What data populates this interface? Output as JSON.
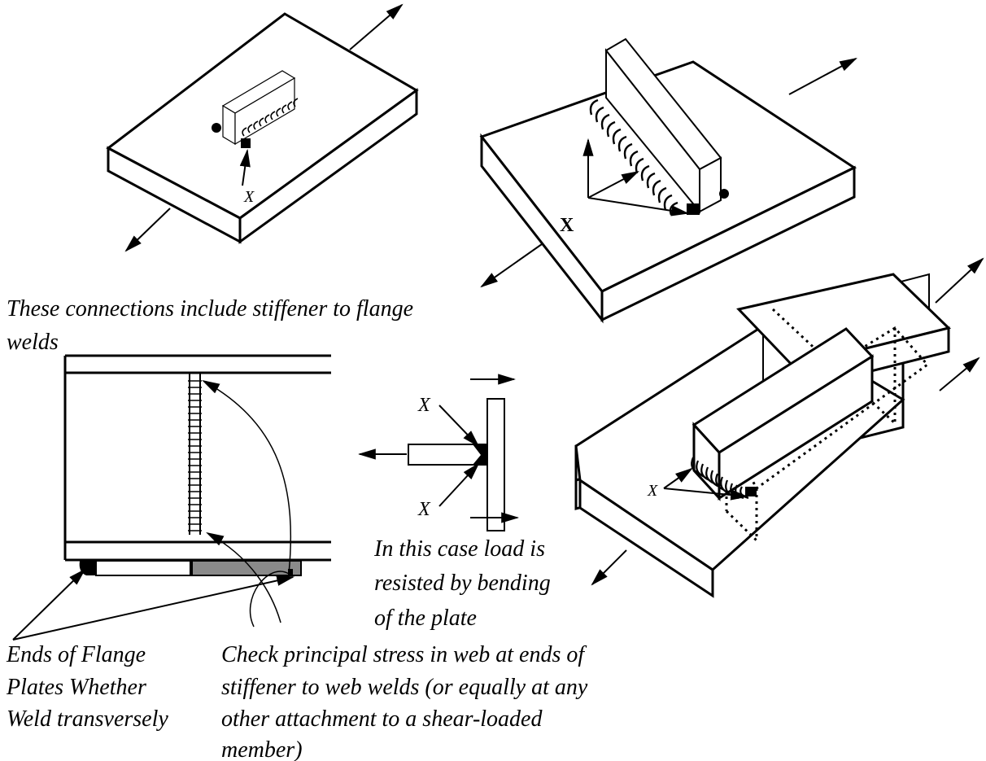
{
  "captions": {
    "stiffener_note_line1": "These connections include stiffener to flange",
    "stiffener_note_line2": "welds",
    "bending_line1": "In this case load is",
    "bending_line2": "resisted by bending",
    "bending_line3": "of the plate",
    "flange_ends_line1": "Ends of Flange",
    "flange_ends_line2": "Plates Whether",
    "flange_ends_line3": "Weld transversely",
    "web_check_line1": "Check principal stress in web at ends of",
    "web_check_line2": "stiffener to web welds (or equally at any",
    "web_check_line3": "other attachment to a shear-loaded",
    "web_check_line4": "member)"
  },
  "labels": {
    "x_topleft": "X",
    "x_topright": "X",
    "x_tee_upper": "X",
    "x_tee_lower": "X",
    "x_lap": "X"
  }
}
